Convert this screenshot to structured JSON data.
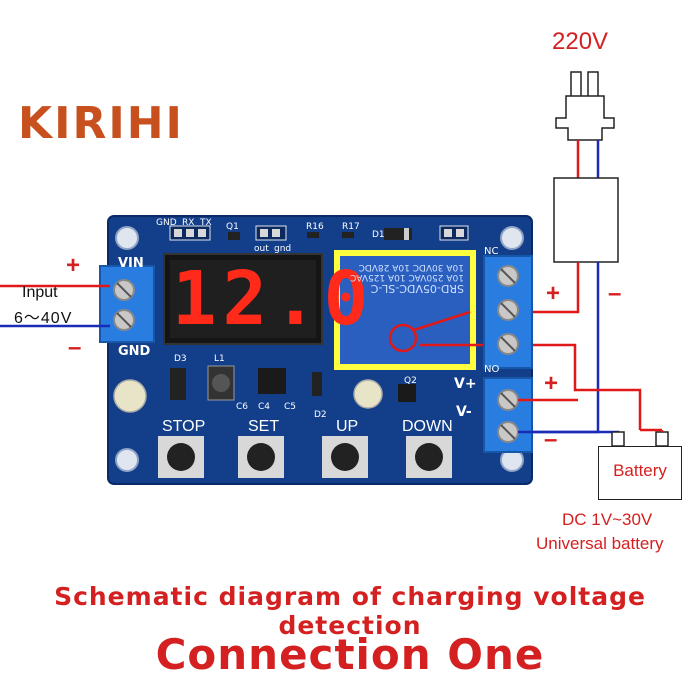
{
  "brand": {
    "name": "KIRIHI"
  },
  "mains": {
    "voltage": "220V"
  },
  "pcb": {
    "display_value": "12.0",
    "header_labels": [
      "GND",
      "RX",
      "TX"
    ],
    "out_labels": [
      "out",
      "gnd"
    ],
    "terminal_in": {
      "vin": "VIN",
      "gnd": "GND"
    },
    "terminal_relay": {
      "nc": "NC",
      "no": "NO"
    },
    "terminal_batt": {
      "vplus": "V+",
      "vminus": "V-"
    },
    "components": [
      "Q1",
      "R16",
      "R17",
      "D1",
      "D3",
      "L1",
      "C6",
      "C4",
      "C5",
      "D2",
      "Q2"
    ],
    "relay_text": [
      "SRD-05VDC-SL-C",
      "10A 250VAC  10A 125VAC",
      "10A 30VDC  10A 28VDC"
    ],
    "buttons": [
      "STOP",
      "SET",
      "UP",
      "DOWN"
    ]
  },
  "input": {
    "label": "Input",
    "range": "6～40V",
    "plus": "+",
    "minus": "–"
  },
  "charger": {
    "plus": "+",
    "minus": "–"
  },
  "battery_terminal": {
    "plus": "+",
    "minus": "–"
  },
  "battery": {
    "label": "Battery",
    "range": "DC 1V~30V",
    "type": "Universal battery"
  },
  "caption": "Schematic diagram of charging voltage detection",
  "heading": "Connection One",
  "colors": {
    "wire_red": "#e01818",
    "wire_blue": "#1a2bb8",
    "pcb": "#123e8a",
    "led": "#ff2a1a",
    "brand": "#c8501e",
    "relay": "#2a5fc0"
  }
}
